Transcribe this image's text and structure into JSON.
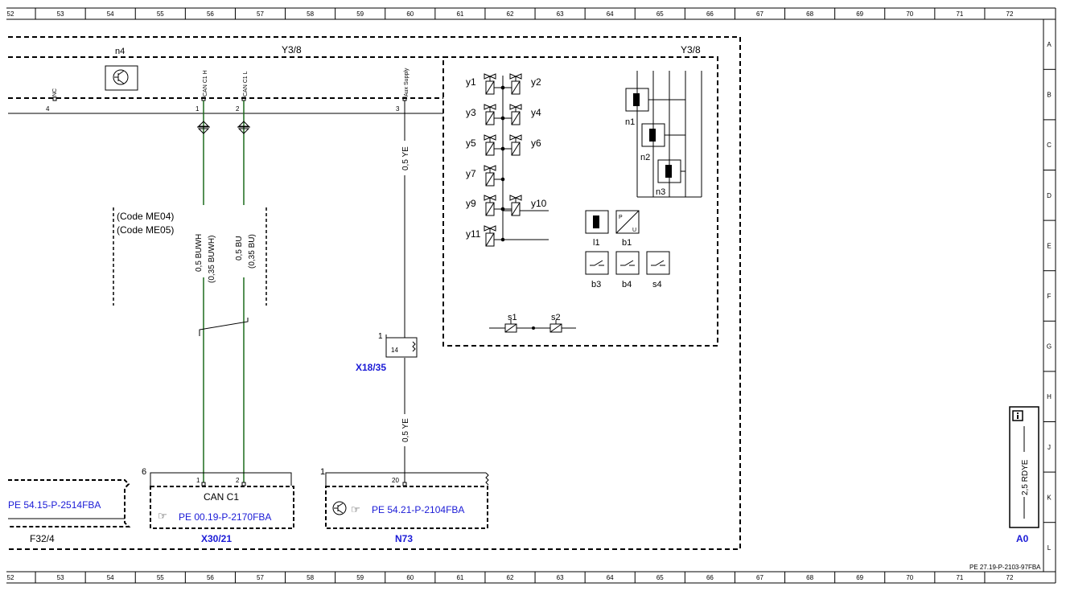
{
  "ruler": {
    "numbers": [
      "52",
      "53",
      "54",
      "55",
      "56",
      "57",
      "58",
      "59",
      "60",
      "61",
      "62",
      "63",
      "64",
      "65",
      "66",
      "67",
      "68",
      "69",
      "70",
      "71",
      "72"
    ],
    "letters": [
      "A",
      "B",
      "C",
      "D",
      "E",
      "F",
      "G",
      "H",
      "J",
      "K",
      "L"
    ]
  },
  "component_y38_left": "Y3/8",
  "component_y38_right": "Y3/8",
  "n4": "n4",
  "pins": {
    "nc": "NC",
    "can_h": "CAN C1 H",
    "can_l": "CAN C1 L",
    "aux": "Aux Supply",
    "p4": "4",
    "p1": "1",
    "p2": "2",
    "p3": "3"
  },
  "code_notes": [
    "(Code ME04)",
    "(Code ME05)"
  ],
  "wires": {
    "w1_main": "0,5 BUWH",
    "w1_alt": "(0,35 BUWH)",
    "w2_main": "0,5 BU",
    "w2_alt": "(0,35 BU)",
    "w3_top": "0,5 YE",
    "w3_bottom": "0,5 YE"
  },
  "x1835": {
    "label": "X18/35",
    "pin_outer": "1",
    "pin_inner": "14"
  },
  "valves": [
    "y1",
    "y2",
    "y3",
    "y4",
    "y5",
    "y6",
    "y7",
    "y9",
    "y10",
    "y11"
  ],
  "sensors": {
    "n1": "n1",
    "n2": "n2",
    "n3": "n3"
  },
  "components": {
    "l1": "l1",
    "b1": "b1",
    "b1_p": "P",
    "b1_u": "U",
    "b3": "b3",
    "b4": "b4",
    "s4": "s4",
    "s1": "s1",
    "s2": "s2"
  },
  "connectors": {
    "f324": {
      "ref": "PE 54.15-P-2514FBA",
      "name": "F32/4"
    },
    "x3021": {
      "pin_top": "6",
      "pin1": "1",
      "pin2": "2",
      "title": "CAN C1",
      "ref": "PE 00.19-P-2170FBA",
      "name": "X30/21"
    },
    "n73": {
      "pin_top": "1",
      "pin20": "20",
      "ref": "PE 54.21-P-2104FBA",
      "name": "N73"
    }
  },
  "ground": {
    "wire": "2,5 RDYE",
    "name": "A0"
  },
  "doc_ref": "PE 27.19-P-2103-97FBA",
  "colors": {
    "blue_text": "#1a1ad6",
    "green_wire": "#1d6b1d"
  }
}
